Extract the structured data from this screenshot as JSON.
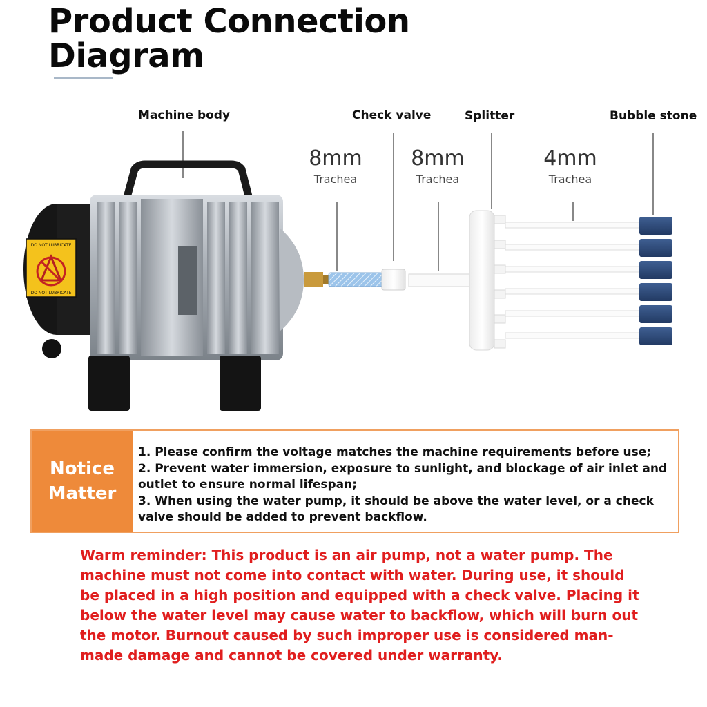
{
  "title": {
    "line1": "Product Connection",
    "line2": "Diagram"
  },
  "labels": {
    "machine_body": "Machine body",
    "check_valve": "Check valve",
    "splitter": "Splitter",
    "bubble_stone": "Bubble stone"
  },
  "tubes": [
    {
      "size": "8mm",
      "name": "Trachea"
    },
    {
      "size": "8mm",
      "name": "Trachea"
    },
    {
      "size": "4mm",
      "name": "Trachea"
    }
  ],
  "pump_sticker": {
    "top_text": "DO NOT LUBRICATE",
    "bottom_text": "DO NOT LUBRICATE"
  },
  "notice": {
    "heading_line1": "Notice",
    "heading_line2": "Matter",
    "items": [
      "1. Please confirm the voltage matches the machine requirements before use;",
      "2. Prevent water immersion, exposure to sunlight, and blockage of air inlet and outlet to ensure normal lifespan;",
      "3. When using the water pump, it should be above the water level, or a check valve should be added to prevent backflow."
    ]
  },
  "warm_reminder": "Warm reminder: This product is an air pump, not a water pump. The machine must not come into contact with water. During use, it should be placed in a high position and equipped with a check valve. Placing it below the water level may cause water to backflow, which will burn out the motor. Burnout caused by such improper use is considered man-made damage and cannot be covered under warranty.",
  "colors": {
    "notice_accent": "#ee8a3a",
    "reminder_text": "#e01e1e",
    "stone": "#2e4a7a",
    "tube_blue": "#7fb0e0"
  }
}
